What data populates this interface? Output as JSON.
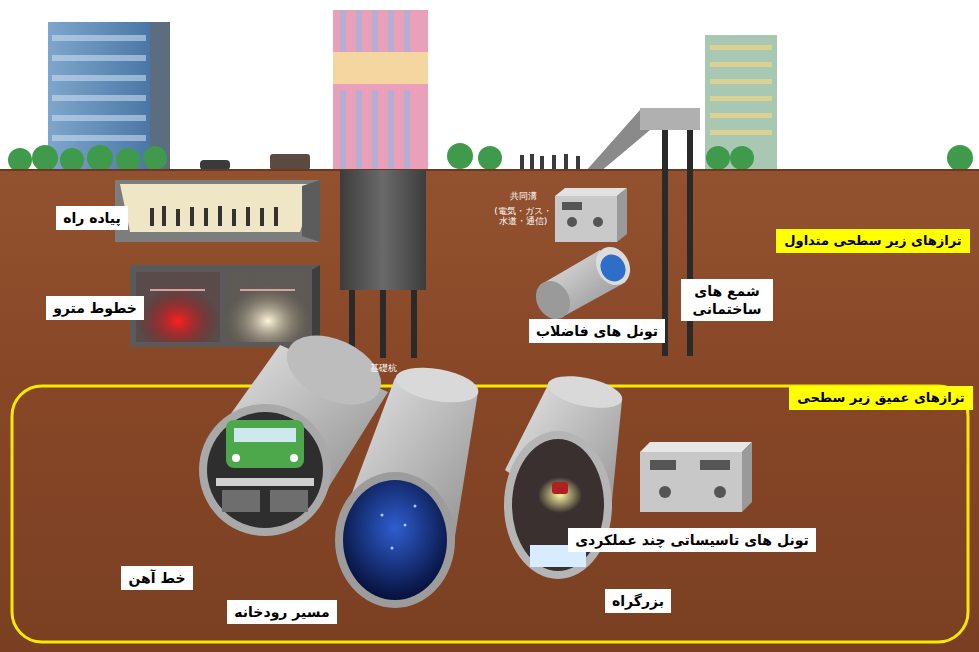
{
  "diagram": {
    "nodes": [
      {
        "text": [
          "ترازهای زیر سطحی متداول"
        ]
      },
      {
        "text": [
          "پیاده راه"
        ]
      },
      {
        "text": [
          "خطوط مترو"
        ]
      },
      {
        "text": [
          "تونل های فاضلاب"
        ]
      },
      {
        "text": [
          "شمع های ساختمانی"
        ]
      },
      {
        "text": [
          "ترازهای عمیق زیر سطحی"
        ]
      },
      {
        "text": [
          "خط آهن"
        ]
      },
      {
        "text": [
          "تونل های تاسیساتی چند عملکردی"
        ]
      },
      {
        "text": [
          "بزرگراه"
        ]
      },
      {
        "text": [
          "مسیر رودخانه"
        ]
      }
    ],
    "labels": [
      "基礎杭",
      "共同溝",
      "(電気・ガス・水道・通信)"
    ]
  }
}
